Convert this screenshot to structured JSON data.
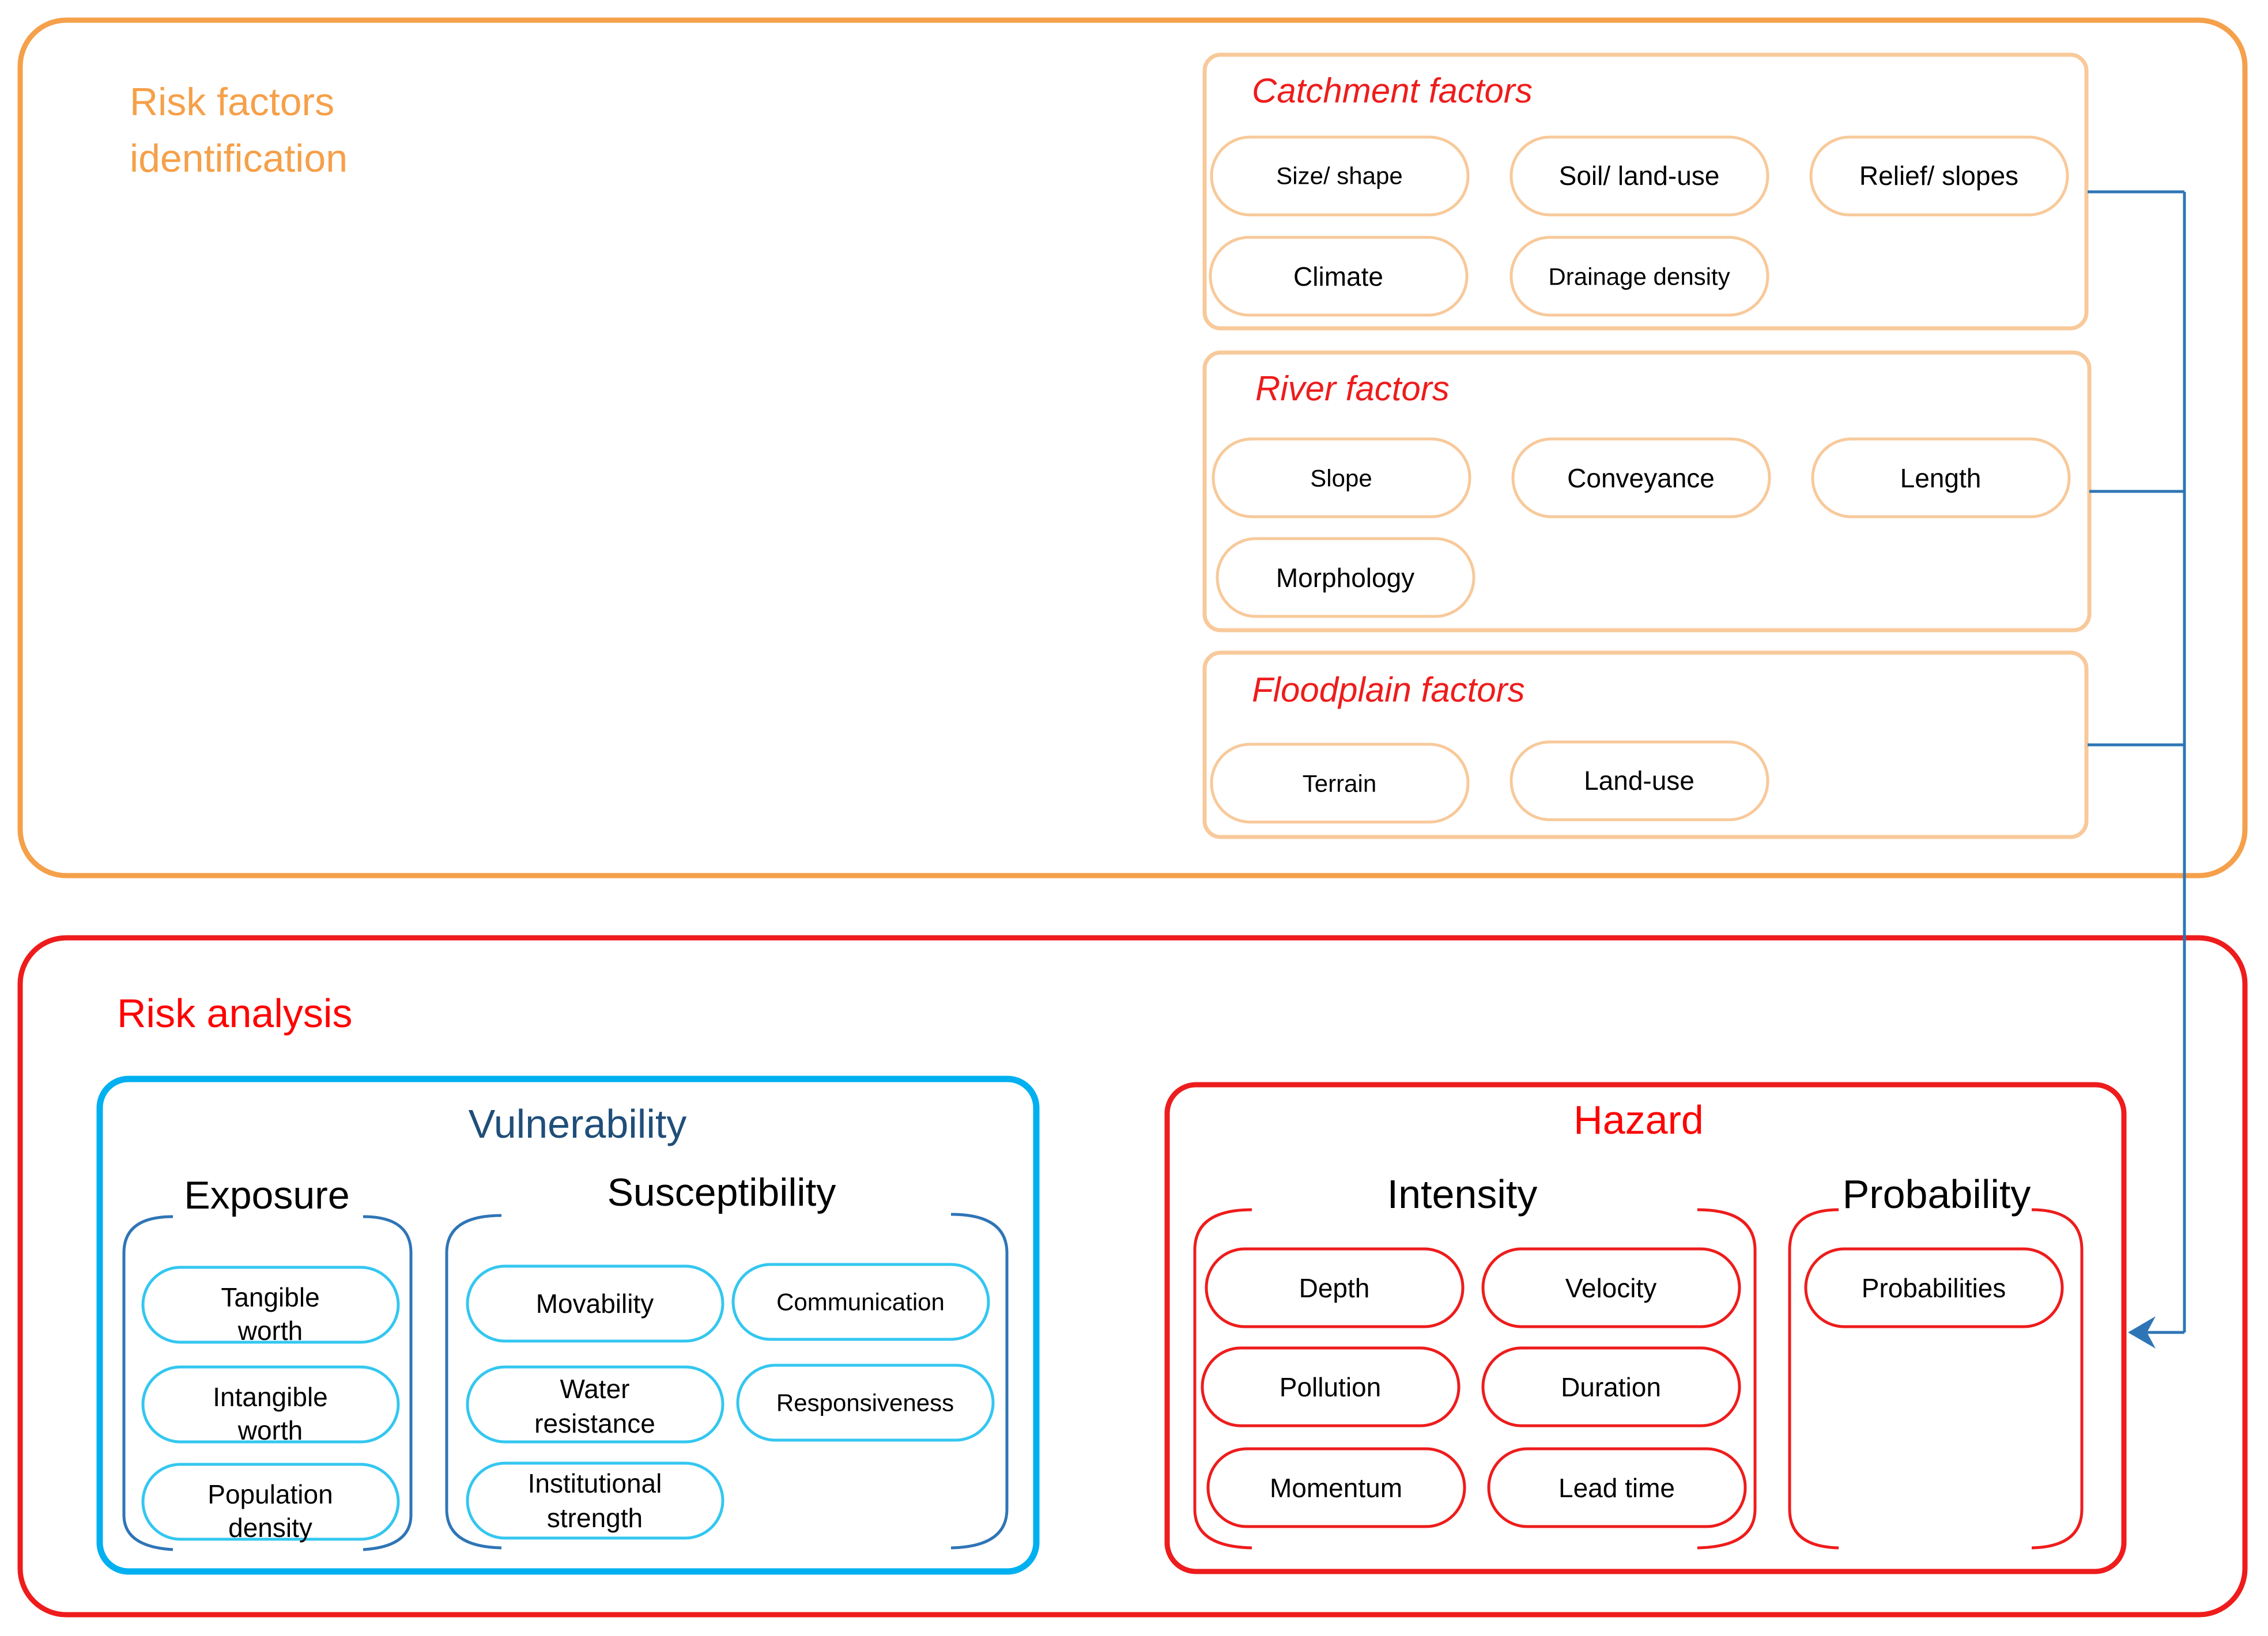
{
  "risk_factors": {
    "title_line1": "Risk factors",
    "title_line2": "identification",
    "catchment": {
      "title": "Catchment factors",
      "items": [
        "Size/ shape",
        "Soil/ land-use",
        "Relief/ slopes",
        "Climate",
        "Drainage density"
      ]
    },
    "river": {
      "title": "River factors",
      "items": [
        "Slope",
        "Conveyance",
        "Length",
        "Morphology"
      ]
    },
    "floodplain": {
      "title": "Floodplain factors",
      "items": [
        "Terrain",
        "Land-use"
      ]
    }
  },
  "risk_analysis": {
    "title": "Risk analysis",
    "vulnerability": {
      "title": "Vulnerability",
      "exposure": {
        "title": "Exposure",
        "items": [
          {
            "line1": "Tangible",
            "line2": "worth"
          },
          {
            "line1": "Intangible",
            "line2": "worth"
          },
          {
            "line1": "Population",
            "line2": "density"
          }
        ]
      },
      "susceptibility": {
        "title": "Susceptibility",
        "items": [
          {
            "line1": "Movability",
            "line2": ""
          },
          {
            "line1": "Communication",
            "line2": ""
          },
          {
            "line1": "Water",
            "line2": "resistance"
          },
          {
            "line1": "Responsiveness",
            "line2": ""
          },
          {
            "line1": "Institutional",
            "line2": "strength"
          }
        ]
      }
    },
    "hazard": {
      "title": "Hazard",
      "intensity": {
        "title": "Intensity",
        "items": [
          "Depth",
          "Velocity",
          "Pollution",
          "Duration",
          "Momentum",
          "Lead time"
        ]
      },
      "probability": {
        "title": "Probability",
        "items": [
          "Probabilities"
        ]
      }
    }
  },
  "colors": {
    "orange": "#f5a04a",
    "light_orange": "#f8c99a",
    "red": "#ee1c1c",
    "red_title": "#ff0000",
    "cyan": "#00b0f0",
    "cyan_pill": "#33c7f0",
    "dark_blue": "#1f4e79",
    "steel_blue": "#2e75b6",
    "connector": "#2e75b6"
  }
}
